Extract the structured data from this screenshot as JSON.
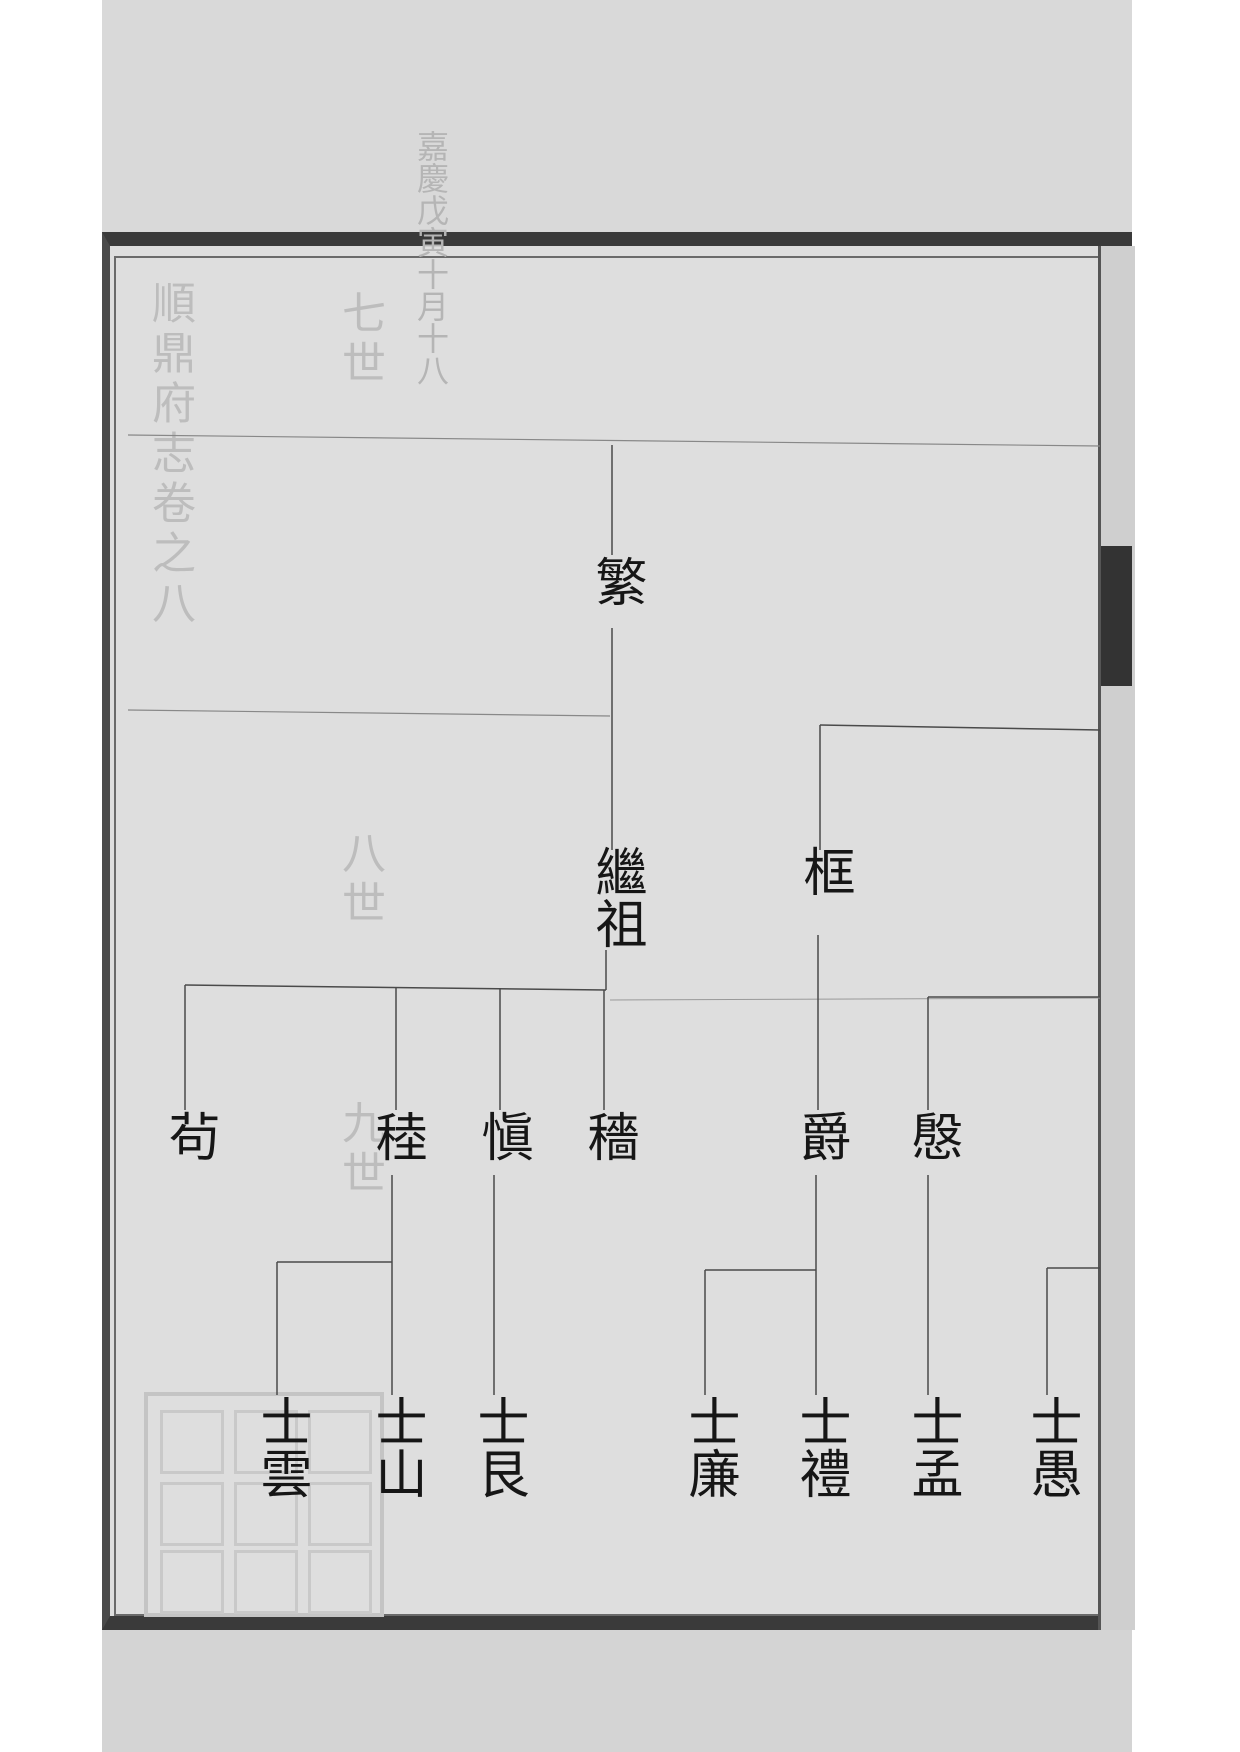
{
  "page": {
    "ghost_header": "嘉慶戊寅十月十八",
    "ghost_generations": [
      "七世",
      "八世",
      "九世"
    ],
    "ghost_side": "順鼎府志卷之八"
  },
  "tree": {
    "gen7": {
      "fan": "繁"
    },
    "gen8": {
      "jizu": "繼祖",
      "kuang": "框"
    },
    "gen9": {
      "gou": "茍",
      "lu": "稑",
      "zhen": "愼",
      "qiang": "穡",
      "jue": "爵",
      "yin": "慇"
    },
    "gen10": {
      "shiyun": "士雲",
      "shishan": "士山",
      "shigen": "士艮",
      "shilian": "士廉",
      "shili": "士禮",
      "shimeng": "士孟",
      "shiyu": "士愚"
    }
  },
  "colors": {
    "ink": "#161616",
    "paper": "#dedede",
    "frame": "#3a3a3a",
    "ghost": "#bdbdbd"
  }
}
